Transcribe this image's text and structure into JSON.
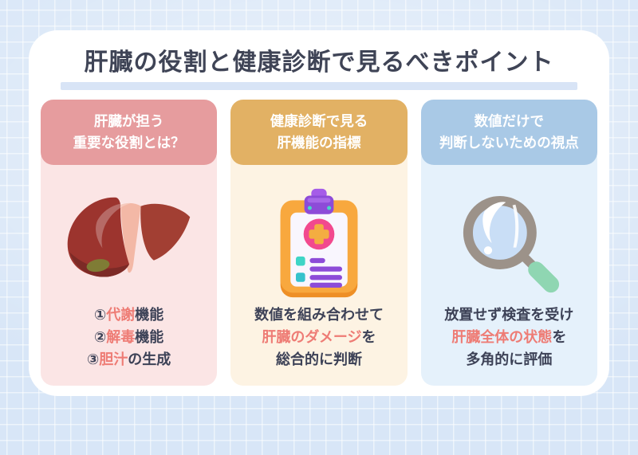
{
  "title": "肝臓の役割と健康診断で見るべきポイント",
  "colors": {
    "background": "#d8e6f7",
    "card": "#ffffff",
    "title_text": "#3f4456",
    "title_underline": "#d8e4f6",
    "body_text": "#3d4257",
    "highlight_text": "#ee7c75",
    "pink_header": "#e69c9e",
    "pink_body": "#fbe5e5",
    "gold_header": "#e2b164",
    "cream_body": "#fdf3e3",
    "blue_header": "#a9c9e6",
    "light_blue_body": "#e5f1fb"
  },
  "columns": [
    {
      "id": "liver-roles",
      "header": [
        "肝臓が担う",
        "重要な役割とは？"
      ],
      "icon": "liver-illustration",
      "items": [
        {
          "num": "①",
          "hl": "代謝",
          "rest": "機能"
        },
        {
          "num": "②",
          "hl": "解毒",
          "rest": "機能"
        },
        {
          "num": "③",
          "hl": "胆汁",
          "rest": "の生成"
        }
      ]
    },
    {
      "id": "checkup-indicators",
      "header": [
        "健康診断で見る",
        "肝機能の指標"
      ],
      "icon": "clipboard-illustration",
      "text": {
        "line1": "数値を組み合わせて",
        "hl": "肝臓のダメージ",
        "mid": "を",
        "line3": "総合的に判断"
      }
    },
    {
      "id": "judgement-perspective",
      "header": [
        "数値だけで",
        "判断しないための視点"
      ],
      "icon": "magnifier-illustration",
      "text": {
        "line1": "放置せず検査を受け",
        "hl": "肝臓全体の状態",
        "mid": "を",
        "line3": "多角的に評価"
      }
    }
  ]
}
